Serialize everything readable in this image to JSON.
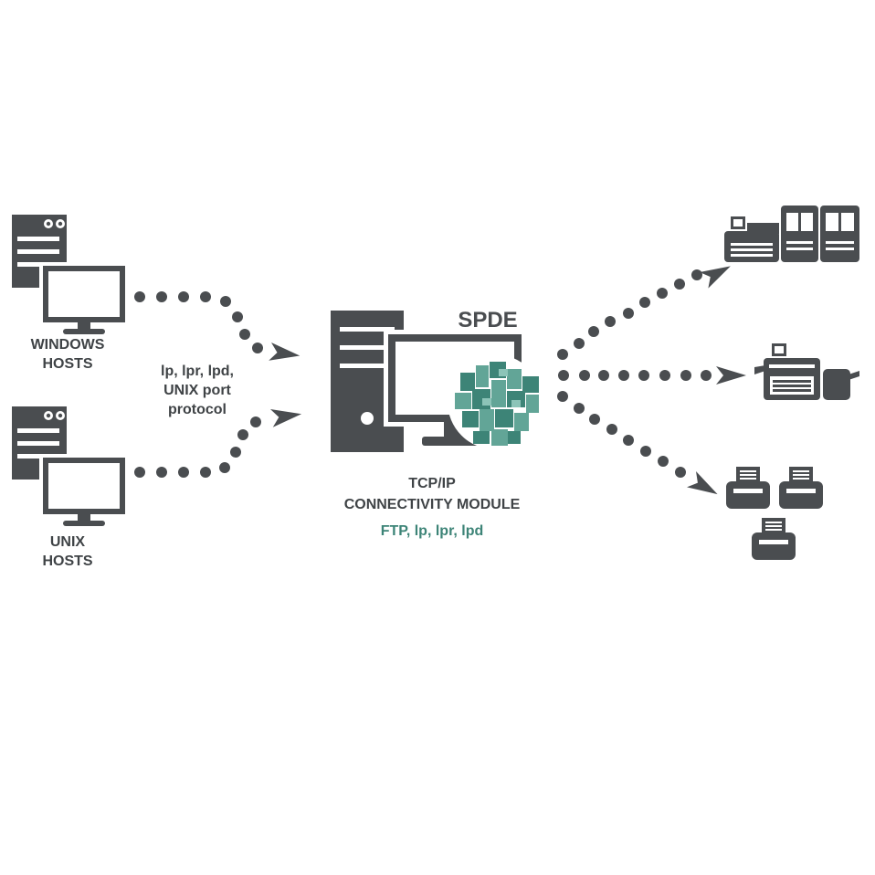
{
  "colors": {
    "ink": "#4a4d50",
    "accent": "#3d8477",
    "accent_light": "#62a597",
    "background": "#ffffff"
  },
  "left": {
    "windows_hosts": {
      "line1": "WINDOWS",
      "line2": "HOSTS"
    },
    "unix_hosts": {
      "line1": "UNIX",
      "line2": "HOSTS"
    },
    "protocol_note": {
      "line1": "lp, lpr, lpd,",
      "line2": "UNIX port",
      "line3": "protocol"
    }
  },
  "center": {
    "product_name": "SPDE",
    "module_title": {
      "line1": "TCP/IP",
      "line2": "CONNECTIVITY MODULE"
    },
    "module_protocols": "FTP, lp, lpr, lpd"
  },
  "icons": {
    "windows_host": "server-with-monitor-icon",
    "unix_host": "server-with-monitor-icon",
    "spde_server": "server-monitor-cube-icon",
    "printer_production": "production-printer-icon",
    "printer_mfp": "multifunction-printer-icon",
    "printer_desktop": "desktop-printers-icon"
  }
}
